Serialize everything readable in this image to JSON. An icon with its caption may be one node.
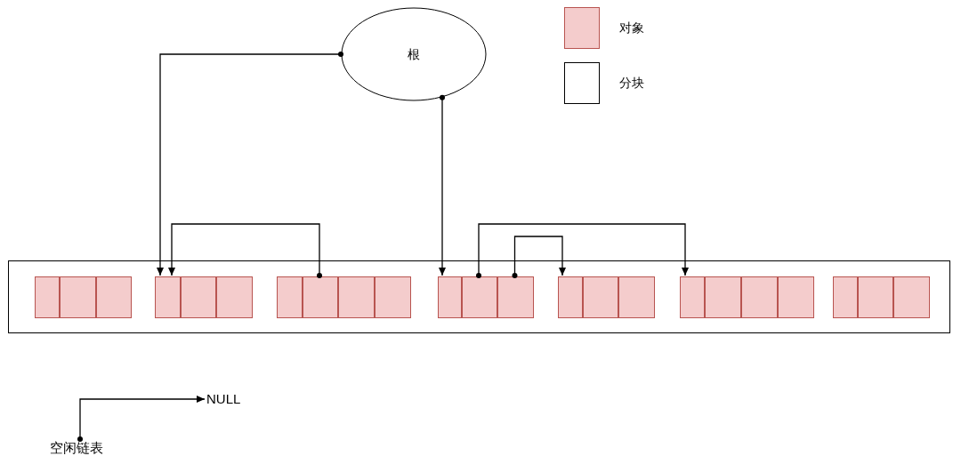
{
  "diagram": {
    "nodes": [
      {
        "text": [
          "根"
        ]
      },
      {
        "text": [],
        "shape": "box"
      },
      {
        "text": [],
        "shape": "box",
        "in": 1
      },
      {
        "text": [],
        "shape": "box",
        "in": 1
      },
      {
        "text": [],
        "shape": "box",
        "in": 1
      },
      {
        "text": [],
        "shape": "box",
        "in": 1
      },
      {
        "text": [],
        "shape": "box",
        "in": 1
      },
      {
        "text": [],
        "shape": "box",
        "in": 1
      },
      {
        "text": [],
        "shape": "box",
        "in": 1
      },
      {
        "text": [],
        "shape": "box",
        "in": 1
      },
      {
        "text": [],
        "shape": "box",
        "in": 1
      },
      {
        "text": [],
        "shape": "box",
        "in": 1
      },
      {
        "text": [],
        "shape": "box",
        "in": 1
      },
      {
        "text": [],
        "shape": "box",
        "in": 1
      },
      {
        "text": [],
        "shape": "box",
        "in": 1
      },
      {
        "text": [],
        "shape": "box",
        "in": 1
      },
      {
        "text": [],
        "shape": "box",
        "in": 1
      },
      {
        "text": [],
        "shape": "box",
        "in": 1
      },
      {
        "text": [],
        "shape": "box",
        "in": 1
      },
      {
        "text": [],
        "shape": "box",
        "in": 1
      },
      {
        "text": [],
        "shape": "box",
        "in": 1
      },
      {
        "text": [],
        "shape": "box",
        "in": 1
      },
      {
        "text": [],
        "shape": "box",
        "in": 1
      },
      {
        "text": [],
        "shape": "box",
        "in": 1
      },
      {
        "text": [],
        "shape": "box",
        "in": 1
      },
      {
        "text": [
          "NULL"
        ]
      },
      {
        "text": [
          "空闲链表"
        ]
      }
    ],
    "edges": [
      {
        "from": 0,
        "to": 5,
        "arrow": "to"
      },
      {
        "from": 0,
        "to": 12,
        "arrow": "to"
      },
      {
        "from": 9,
        "to": 5,
        "arrow": "to"
      },
      {
        "from": 13,
        "to": 18,
        "arrow": "to"
      },
      {
        "from": 14,
        "to": 15,
        "arrow": "to"
      },
      {
        "from": 26,
        "to": 25,
        "arrow": "to"
      }
    ],
    "legend": [
      {
        "text": "对象",
        "color": "#f4cccc"
      },
      {
        "text": "分块",
        "color": "#ffffff"
      }
    ]
  }
}
